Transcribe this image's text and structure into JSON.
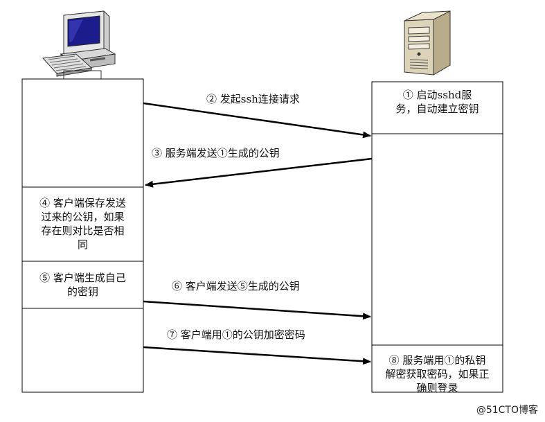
{
  "client_steps": {
    "step4": "④ 客户端保存发送\n过来的公钥，如果\n存在则对比是否相\n同",
    "step5": "⑤ 客户端生成自己\n的密钥"
  },
  "server_steps": {
    "step1": "① 启动sshd服\n务，自动建立密钥",
    "step8": "⑧ 服务端用①的私钥\n解密获取密码，如果正\n确则登录"
  },
  "arrows": {
    "step2": "② 发起ssh连接请求",
    "step3": "③ 服务端发送①生成的公钥",
    "step6": "⑥ 客户端发送⑤生成的公钥",
    "step7": "⑦ 客户端用①的公钥加密密码"
  },
  "icons": {
    "client": "desktop-computer-icon",
    "server": "server-tower-icon"
  },
  "watermark": "@51CTO博客"
}
